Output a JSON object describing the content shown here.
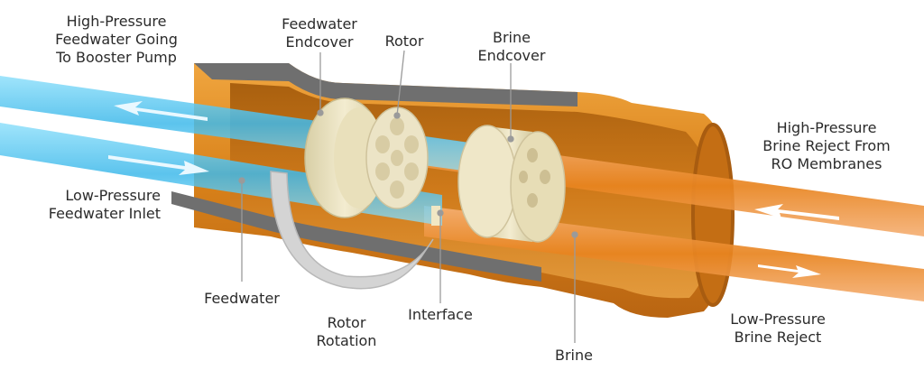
{
  "diagram": {
    "labels": {
      "hp_feed_out": [
        "High-Pressure",
        "Feedwater Going",
        "To Booster Pump"
      ],
      "lp_feed_in": [
        "Low-Pressure",
        "Feedwater Inlet"
      ],
      "feed_endcover": [
        "Feedwater",
        "Endcover"
      ],
      "rotor": [
        "Rotor"
      ],
      "brine_endcover": [
        "Brine",
        "Endcover"
      ],
      "hp_brine_in": [
        "High-Pressure",
        "Brine Reject From",
        "RO Membranes"
      ],
      "lp_brine_out": [
        "Low-Pressure",
        "Brine Reject"
      ],
      "feedwater": [
        "Feedwater"
      ],
      "rotor_rotation": [
        "Rotor",
        "Rotation"
      ],
      "interface": [
        "Interface"
      ],
      "brine": [
        "Brine"
      ]
    },
    "colors": {
      "feedwater_blue": "#4fc3ee",
      "brine_orange": "#e8841f",
      "housing_orange": "#d9821a",
      "endcover_cream": "#ece3bf",
      "leader_gray": "#9a9a9a"
    }
  }
}
